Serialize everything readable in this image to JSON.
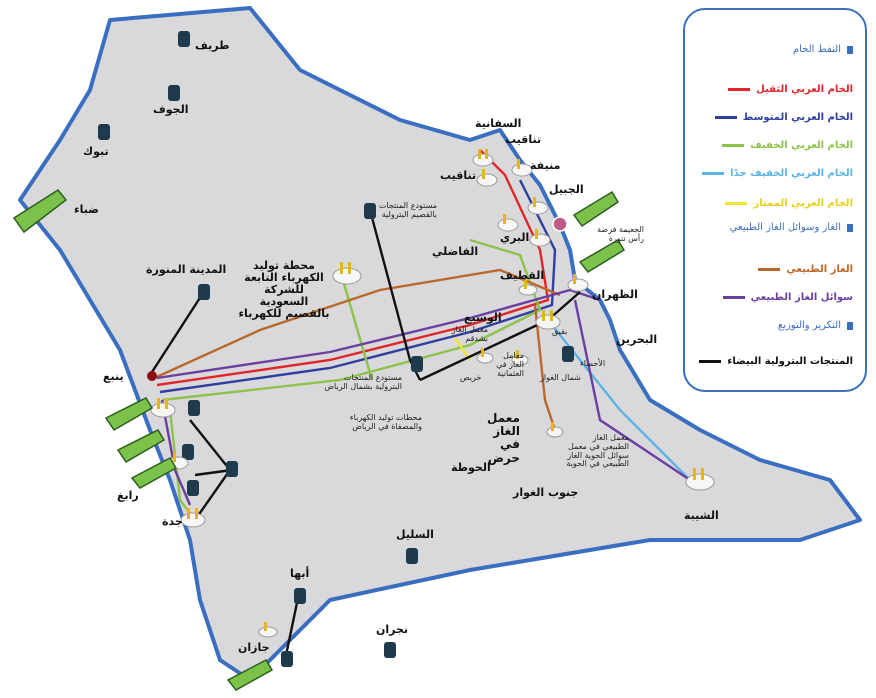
{
  "colors": {
    "land": "#d9d9db",
    "border": "#3a6ec0",
    "heavy": "#e0262b",
    "medium": "#2f3f9e",
    "light": "#8cc34a",
    "extra_light": "#5ab4e6",
    "super_light": "#f2e530",
    "gas": "#b9682a",
    "ngl": "#6b3fa0",
    "white_products": "#111111"
  },
  "legend": {
    "crude_header": "النفط الخام",
    "heavy": "الخام العربي الثقيل",
    "medium": "الخام العربي المتوسط",
    "light": "الخام العربي الخفيف",
    "extra_light": "الخام العربي الخفيف جدًا",
    "super_light": "الخام العربي الممتاز",
    "gas_header": "الغاز وسوائل الغاز الطبيعي",
    "gas": "الغاز الطبيعي",
    "ngl": "سوائل الغاز الطبيعي",
    "refining_header": "التكرير والتوزيع",
    "white_products": "المنتجات البترولية البيضاء"
  },
  "places": {
    "turaif": "طريف",
    "jouf": "الجوف",
    "tabuk": "تبوك",
    "duba": "ضباء",
    "madinah": "المدينة المنورة",
    "yanbu": "ينبع",
    "rabigh": "رابغ",
    "jeddah": "جدة",
    "sulayyil": "السليل",
    "abha": "أبها",
    "najran": "نجران",
    "jazan": "جازان",
    "safaniyah": "السفانية",
    "tanajib1": "تناقيب",
    "tanajib2": "تناقيب",
    "manifa": "منيفة",
    "jubail": "الجبيل",
    "juaymah": "الجعيمة فرضة رأس تنورة",
    "berri": "البري",
    "fadhili": "الفاضلي",
    "qatif": "القطيف",
    "dhahran": "الظهران",
    "bahrain": "البحرين",
    "abqaiq": "بقيق",
    "wasi": "الوسيع",
    "shedgum": "معمل الغاز بشدقم",
    "uthmaniyah": "معامل الغاز في العثمانية",
    "khurais": "خريص",
    "ahsa": "الأحساء",
    "north_ghawar": "شمال الغوار",
    "hawtah": "الحوطة",
    "haradh": "معمل الغاز في حرض",
    "south_ghawar": "جنوب الغوار",
    "hawiyah": "معمل الغاز الطبيعي في معمل سوائل الحوية الغاز الطبيعي في الحوية",
    "shaybah": "الشيبة",
    "qassim_depot": "مستودع المنتجات بالقصيم البترولية",
    "qassim_power": "محطة توليد الكهرباء التابعة للشركة السعودية بالقصيم للكهرباء",
    "riyadh_north": "مستودع المنتجات البترولية بشمال الرياض",
    "riyadh_power": "محطات توليد الكهرباء والمصفاة في الرياض"
  }
}
